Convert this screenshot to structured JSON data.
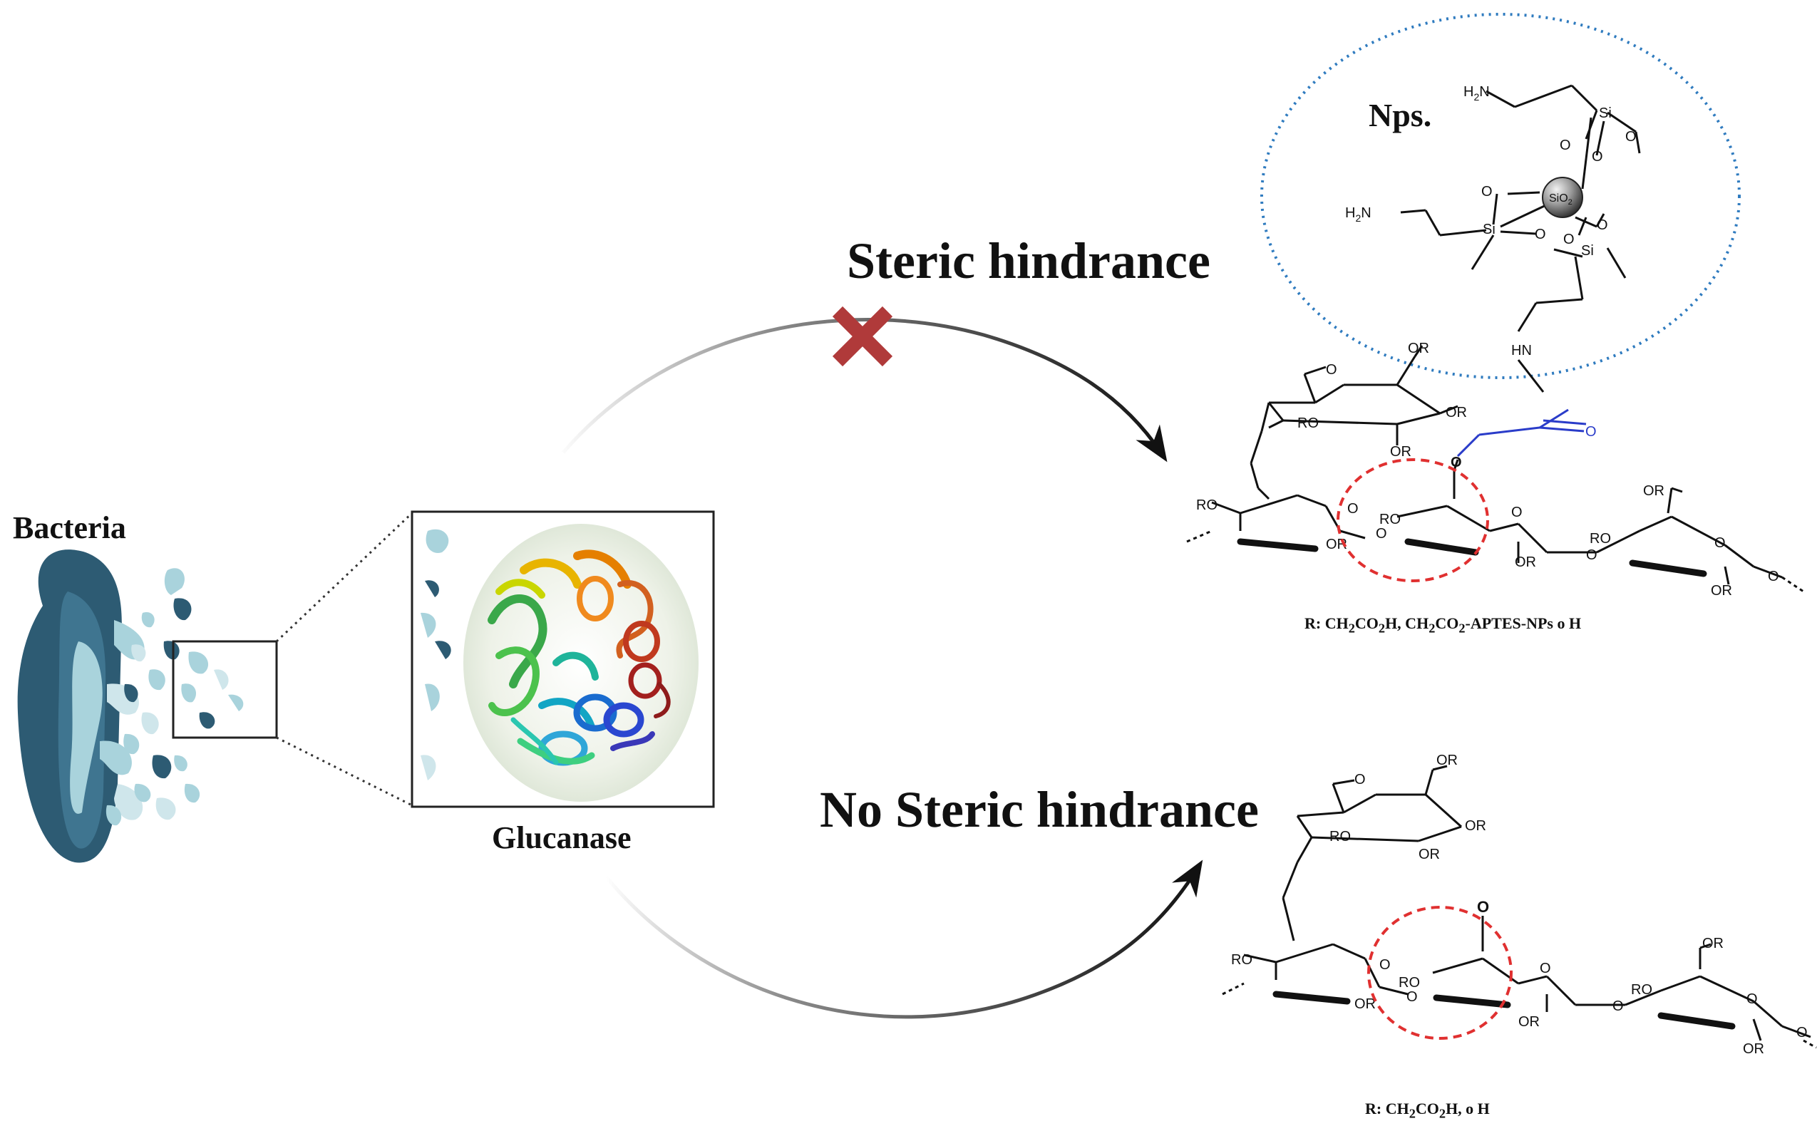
{
  "labels": {
    "bacteria": "Bacteria",
    "glucanase": "Glucanase",
    "steric": "Steric hindrance",
    "no_steric": "No Steric hindrance",
    "nps": "Nps."
  },
  "formula_top": {
    "prefix": "R: CH",
    "s1": "2",
    "mid1": "CO",
    "s2": "2",
    "mid2": "H, CH",
    "s3": "2",
    "mid3": "CO",
    "s4": "2",
    "tail": "-APTES-NPs o H"
  },
  "formula_bottom": {
    "prefix": "R: CH",
    "s1": "2",
    "mid1": "CO",
    "s2": "2",
    "tail": "H, o H"
  },
  "chem": {
    "RO": "RO",
    "OR": "OR",
    "O": "O",
    "HN": "HN",
    "H2N": "H",
    "H2N_sub": "2",
    "N": "N",
    "Si": "Si",
    "SiO2": "SiO",
    "SiO2_sub": "2"
  },
  "colors": {
    "bacteria_dark": "#2d5b73",
    "bacteria_light": "#a9d3dc",
    "cross": "#b03a3a",
    "dotted_ellipse": "#2f7bbf",
    "red_circle": "#e03030",
    "blue_link": "#2a3cc9"
  }
}
